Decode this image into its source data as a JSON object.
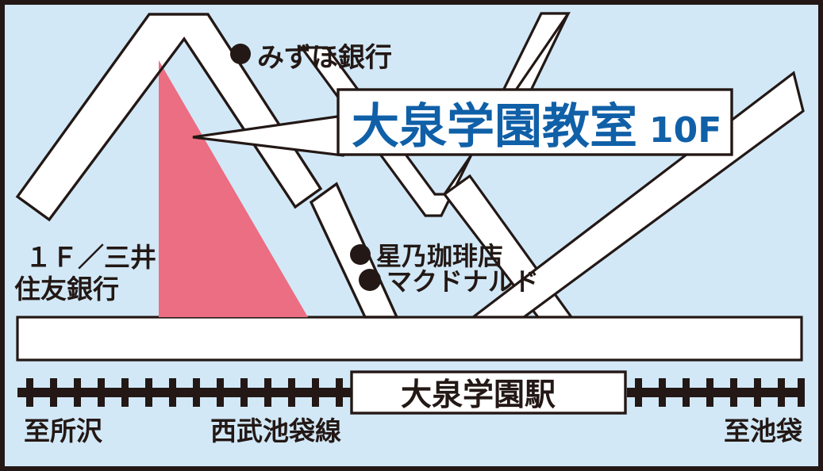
{
  "map": {
    "title_text": "大泉学園教室 10F",
    "colors": {
      "background": "#D2E8F7",
      "road_fill": "#FFFFFF",
      "outline": "#231815",
      "building_highlight": "#EC6E82",
      "callout_text": "#1060A8"
    },
    "callout": {
      "main_label": "大泉学園教室",
      "floor_label": "10F"
    },
    "labels": {
      "mizuho_bank": "みずほ銀行",
      "mitsui_sumitomo_line1": "１Ｆ／三井",
      "mitsui_sumitomo_line2": "住友銀行",
      "hoshino_coffee": "星乃珈琲店",
      "mcdonalds": "マクドナルド",
      "station_name": "大泉学園駅",
      "to_tokorozawa": "至所沢",
      "seibu_ikebukuro_line": "西武池袋線",
      "to_ikebukuro": "至池袋"
    },
    "poi_markers": [
      {
        "name": "mizuho-bank",
        "label": "みずほ銀行",
        "dot": "●"
      },
      {
        "name": "hoshino-coffee",
        "label": "星乃珈琲店",
        "dot": "●"
      },
      {
        "name": "mcdonalds",
        "label": "マクドナルド",
        "dot": "●"
      }
    ],
    "railway": {
      "line_name": "西武池袋線",
      "station": "大泉学園駅",
      "left_direction": "至所沢",
      "right_direction": "至池袋",
      "tie_count_left": 14,
      "tie_count_right": 8
    }
  }
}
